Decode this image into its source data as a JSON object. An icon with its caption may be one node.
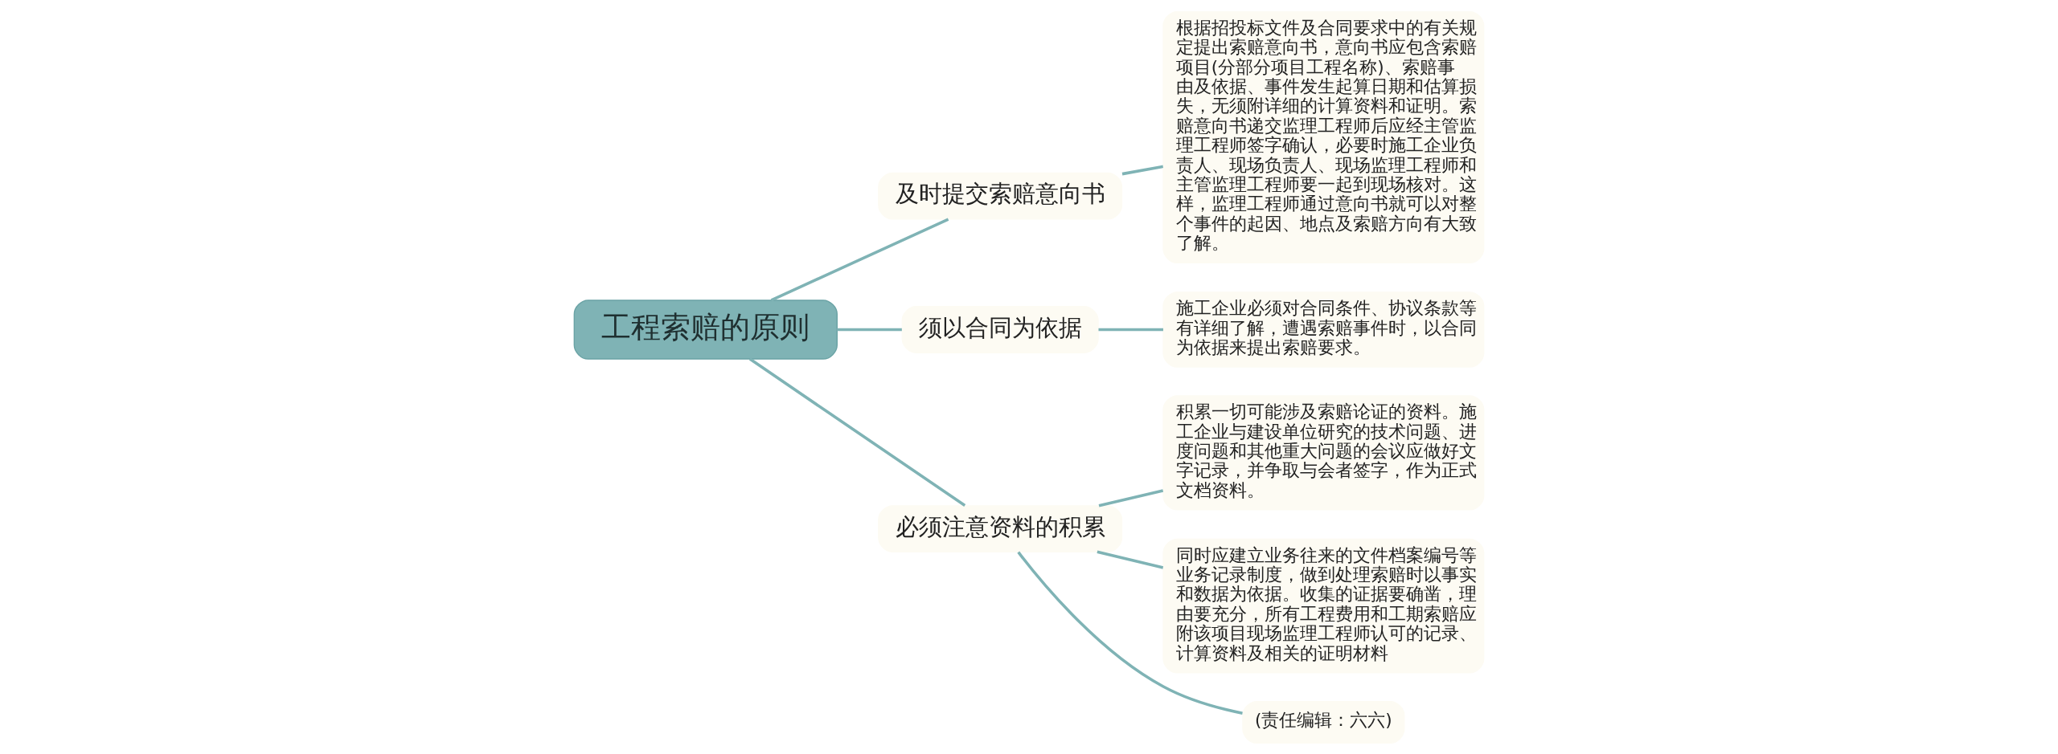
{
  "diagram": {
    "nodes": [
      {
        "text": [
          "工程索赔的原则"
        ]
      },
      {
        "text": [
          "及时提交索赔意向书"
        ]
      },
      {
        "text": [
          "根据招投标文件及合同要求中的有关规定提出索赔意向书，意向书应包含索赔项目(分部分项目工程名称)、索赔事由及依据、事件发生起算日期和估算损失，无须附详细的计算资料和证明。索赔意向书递交监理工程师后应经主管监理工程师签字确认，必要时施工企业负责人、现场负责人、现场监理工程师和主管监理工程师要一起到现场核对。这样，监理工程师通过意向书就可以对整个事件的起因、地点及索赔方向有大致了解。"
        ]
      },
      {
        "text": [
          "须以合同为依据"
        ]
      },
      {
        "text": [
          "施工企业必须对合同条件、协议条款等有详细了解，遭遇索赔事件时，以合同为依据来提出索赔要求。"
        ]
      },
      {
        "text": [
          "必须注意资料的积累"
        ]
      },
      {
        "text": [
          "积累一切可能涉及索赔论证的资料。施工企业与建设单位研究的技术问题、进度问题和其他重大问题的会议应做好文字记录，并争取与会者签字，作为正式文档资料。"
        ]
      },
      {
        "text": [
          "同时应建立业务往来的文件档案编号等业务记录制度，做到处理索赔时以事实和数据为依据。收集的证据要确凿，理由要充分，所有工程费用和工期索赔应附该项目现场监理工程师认可的记录、计算资料及相关的证明材料"
        ]
      },
      {
        "text": [
          "(责任编辑：六六)"
        ]
      }
    ],
    "edges": [
      {
        "from": 0,
        "to": 1,
        "arrow": "none"
      },
      {
        "from": 1,
        "to": 2,
        "arrow": "none"
      },
      {
        "from": 0,
        "to": 3,
        "arrow": "none"
      },
      {
        "from": 3,
        "to": 4,
        "arrow": "none"
      },
      {
        "from": 0,
        "to": 5,
        "arrow": "none"
      },
      {
        "from": 5,
        "to": 6,
        "arrow": "none"
      },
      {
        "from": 5,
        "to": 7,
        "arrow": "none"
      },
      {
        "from": 5,
        "to": 8,
        "arrow": "none"
      }
    ]
  }
}
